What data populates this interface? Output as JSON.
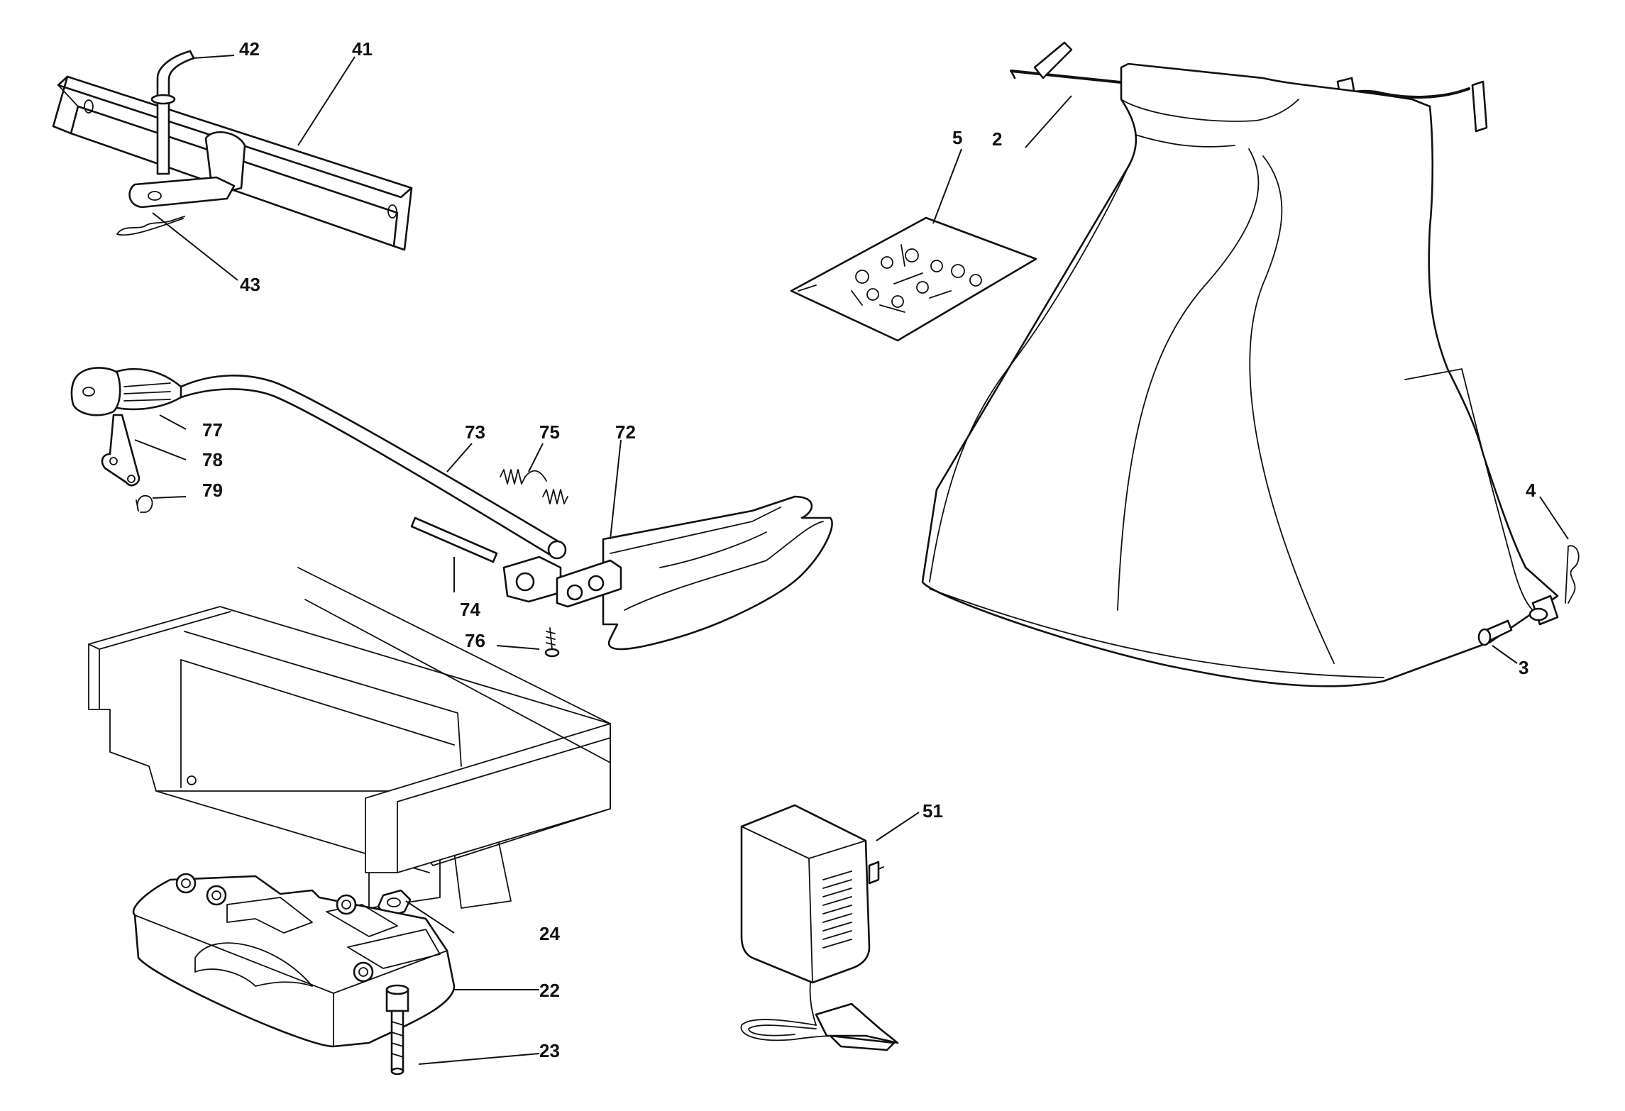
{
  "labels": {
    "p41": "41",
    "p42": "42",
    "p43": "43",
    "p5": "5",
    "p2": "2",
    "p4": "4",
    "p3": "3",
    "p77": "77",
    "p78": "78",
    "p79": "79",
    "p73": "73",
    "p75": "75",
    "p72": "72",
    "p74": "74",
    "p76": "76",
    "p24": "24",
    "p22": "22",
    "p23": "23",
    "p51": "51"
  }
}
